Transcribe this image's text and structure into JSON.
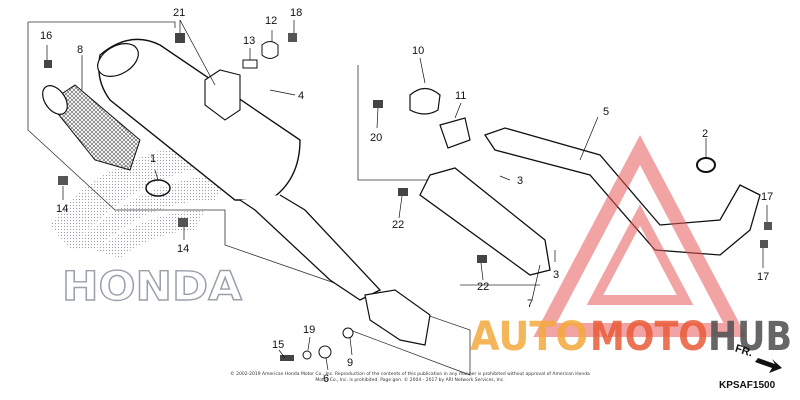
{
  "brand": {
    "honda_text": "HONDA",
    "watermark": {
      "auto": "AUTO",
      "moto": "MOTO",
      "hub": "HUB"
    },
    "colors": {
      "auto": "#f3a93c",
      "moto": "#ea5a3a",
      "hub": "#555555",
      "triangle": "#e85a5a"
    }
  },
  "diagram_code": "KPSAF1500",
  "direction_label": "FR.",
  "copyright": "© 2002-2019 American Honda Motor Co., Inc. Reproduction of the contents of this publication in any manner is prohibited without approval of American Honda Motor Co., Inc. is prohibited. Page gen. © 2004 - 2017 by ARI Network Services, Inc.",
  "callouts": [
    "1",
    "2",
    "3",
    "3",
    "4",
    "5",
    "6",
    "7",
    "8",
    "9",
    "10",
    "11",
    "12",
    "13",
    "14",
    "14",
    "15",
    "16",
    "17",
    "17",
    "18",
    "19",
    "20",
    "21",
    "22",
    "22"
  ],
  "parts": {
    "muffler": "muffler-body",
    "exhaust_pipe": "exhaust-pipe",
    "heat_guard": "heat-guard"
  }
}
